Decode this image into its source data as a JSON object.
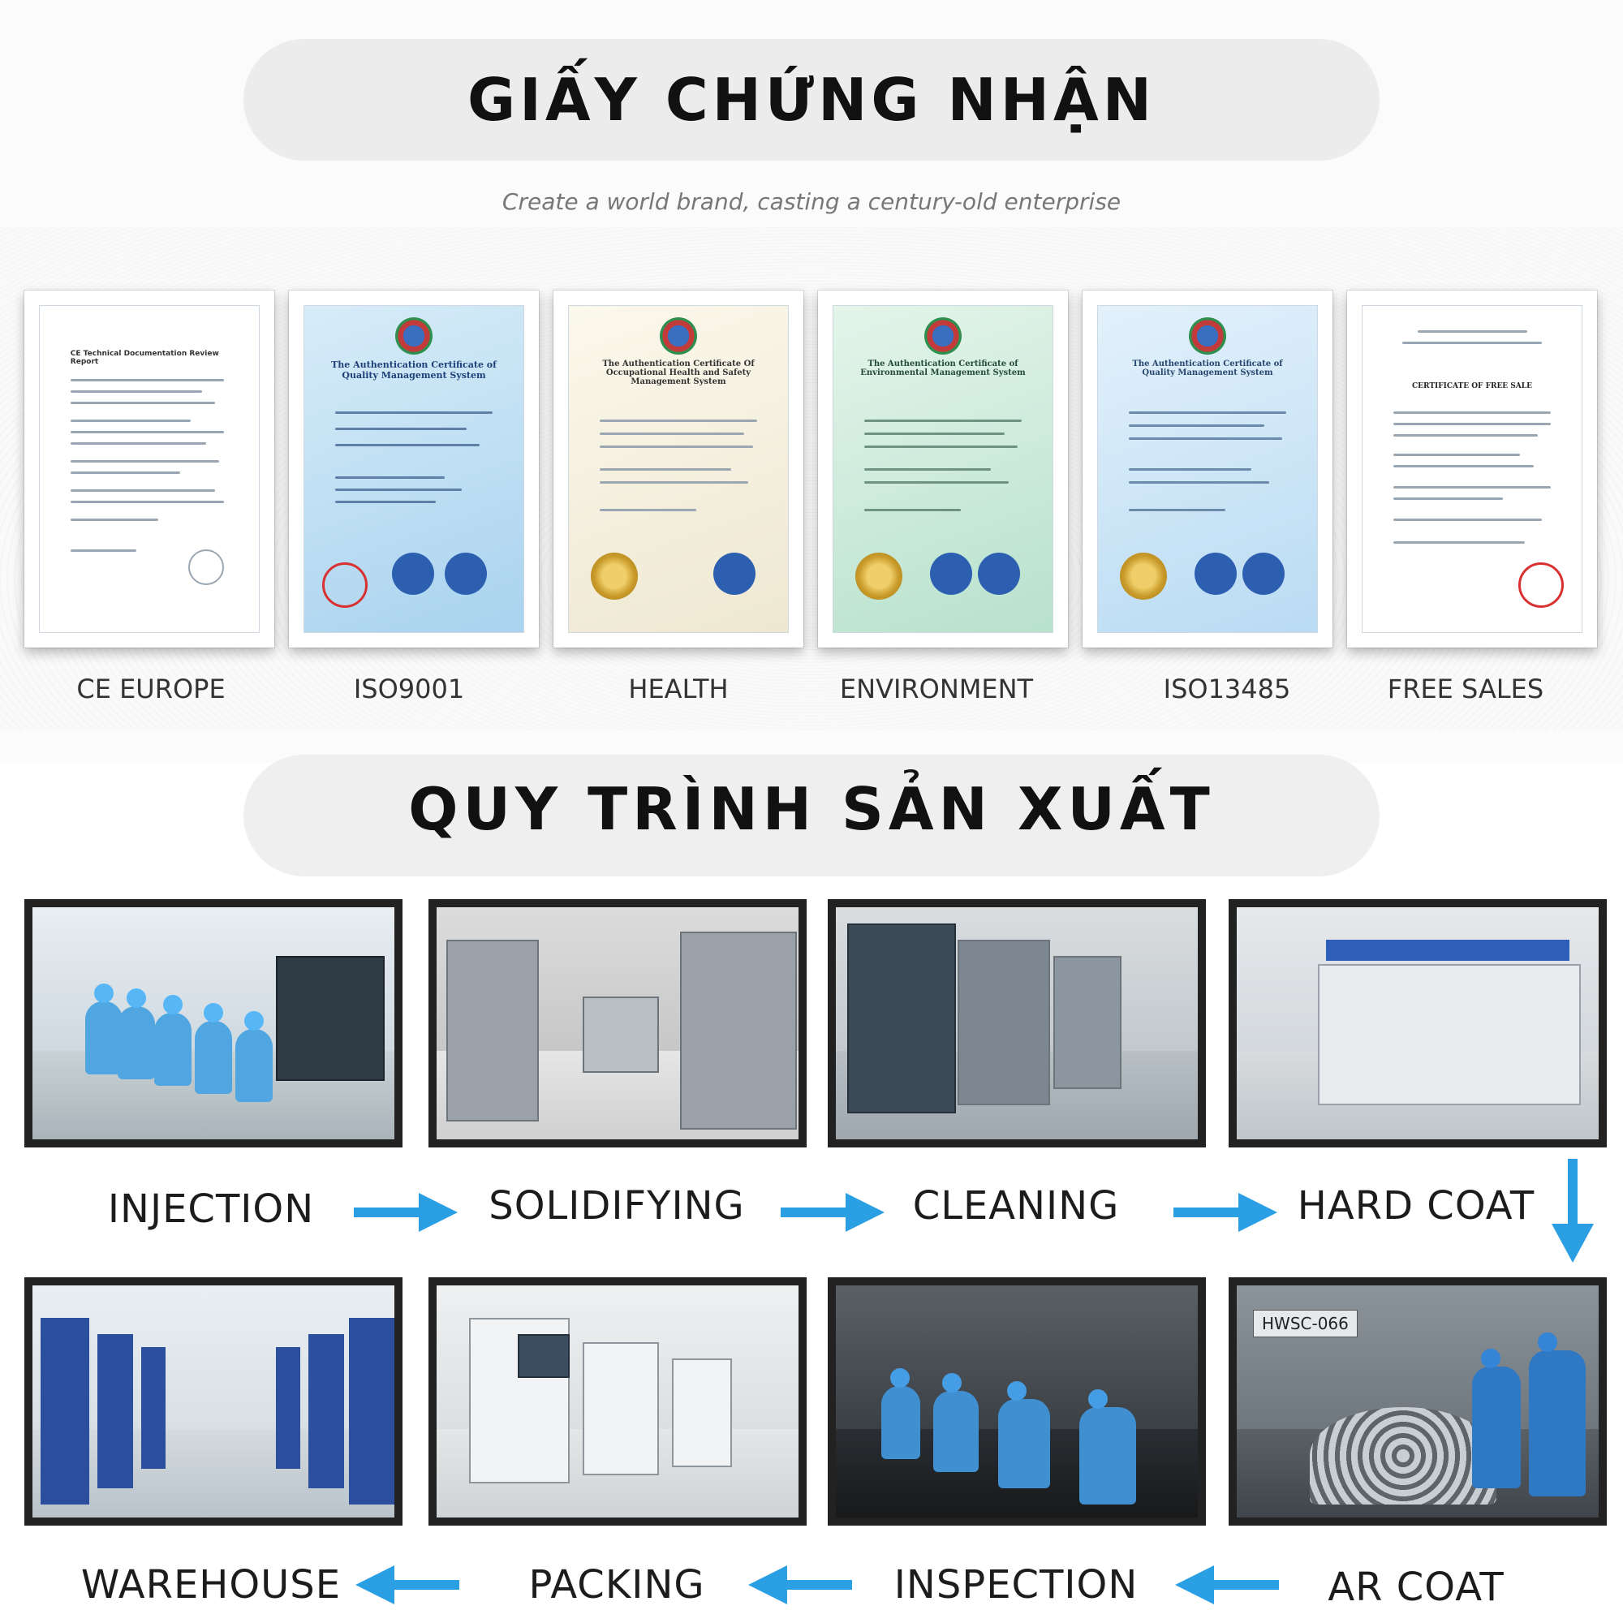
{
  "certificates": {
    "title": "GIẤY CHỨNG NHẬN",
    "subtitle": "Create a world brand, casting a century-old enterprise",
    "items": [
      {
        "label": "CE EUROPE",
        "heading": "CE Technical Documentation Review Report"
      },
      {
        "label": "ISO9001",
        "heading": "The Authentication Certificate of Quality Management System"
      },
      {
        "label": "HEALTH",
        "heading": "The Authentication Certificate Of Occupational Health and Safety Management System"
      },
      {
        "label": "ENVIRONMENT",
        "heading": "The Authentication Certificate of Environmental Management System"
      },
      {
        "label": "ISO13485",
        "heading": "The Authentication Certificate of Quality Management System"
      },
      {
        "label": "FREE SALES",
        "heading": "CERTIFICATE OF FREE SALE"
      }
    ]
  },
  "production": {
    "title": "QUY TRÌNH SẢN XUẤT",
    "steps": [
      {
        "label": "INJECTION"
      },
      {
        "label": "SOLIDIFYING"
      },
      {
        "label": "CLEANING"
      },
      {
        "label": "HARD COAT"
      },
      {
        "label": "AR COAT"
      },
      {
        "label": "INSPECTION"
      },
      {
        "label": "PACKING"
      },
      {
        "label": "WAREHOUSE"
      }
    ],
    "machine_tag": "HWSC-066"
  },
  "colors": {
    "arrow": "#2a9fe3",
    "worker_uniform": "#4fa6e0",
    "frame": "#222222"
  },
  "icons": {
    "arrow_right": "arrow-right-icon",
    "arrow_left": "arrow-left-icon",
    "arrow_down": "arrow-down-icon"
  }
}
